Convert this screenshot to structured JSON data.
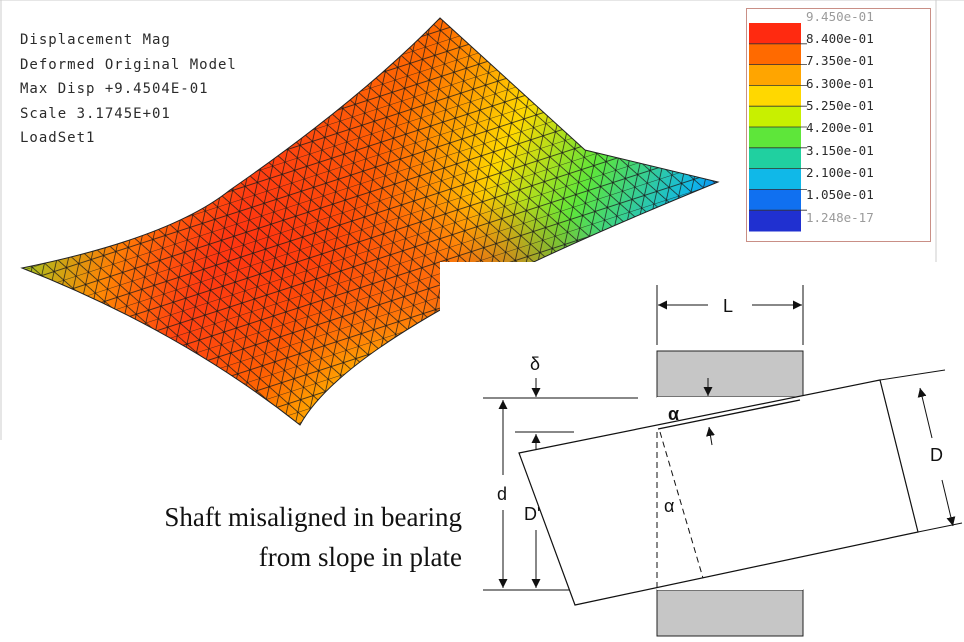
{
  "fea": {
    "info_lines": [
      "Displacement Mag",
      "Deformed Original Model",
      "Max Disp  +9.4504E-01",
      "Scale  3.1745E+01",
      "LoadSet1"
    ],
    "legend": {
      "max_label": "9.450e-01",
      "levels": [
        "8.400e-01",
        "7.350e-01",
        "6.300e-01",
        "5.250e-01",
        "4.200e-01",
        "3.150e-01",
        "2.100e-01",
        "1.050e-01"
      ],
      "min_label": "1.248e-17",
      "colors": [
        "#ff2a10",
        "#ff6a00",
        "#ffa500",
        "#ffd800",
        "#c8f000",
        "#5ee63a",
        "#20d0a0",
        "#10b8e8",
        "#1070f0",
        "#2030d0"
      ]
    }
  },
  "diagram": {
    "label_L": "L",
    "label_delta": "δ",
    "label_alpha_top": "α",
    "label_alpha_mid": "α",
    "label_d": "d",
    "label_Dprime": "D'",
    "label_D": "D"
  },
  "caption": {
    "line1": "Shaft misaligned in bearing",
    "line2": "from slope in plate"
  }
}
